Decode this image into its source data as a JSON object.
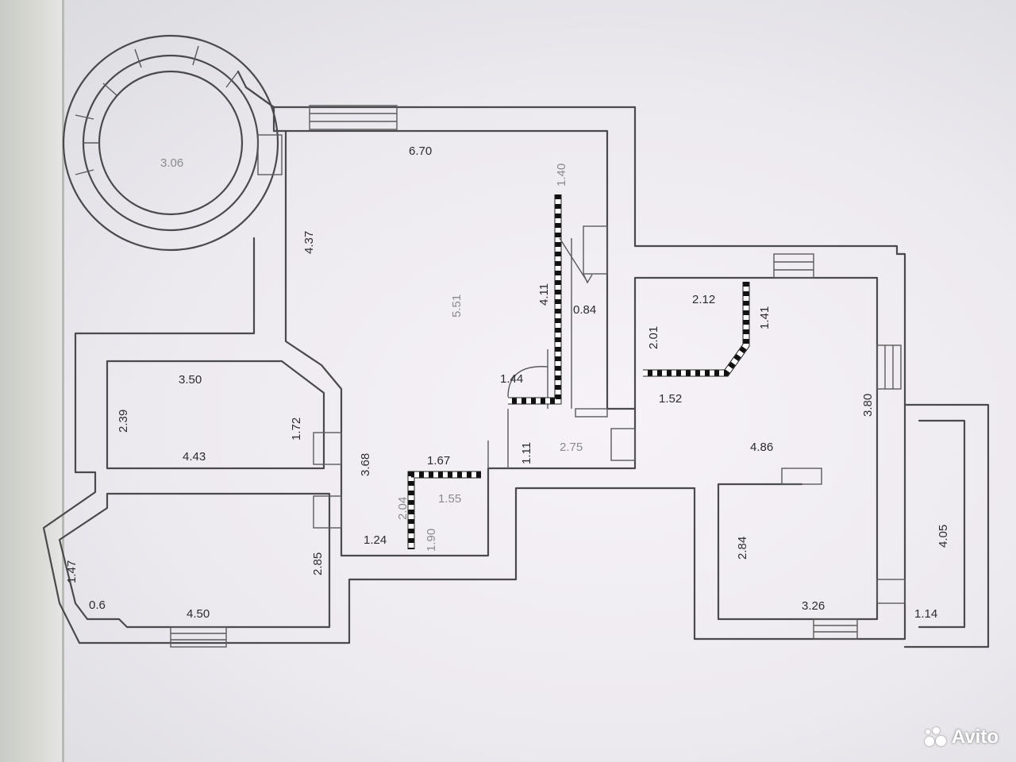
{
  "plan": {
    "labels": {
      "circle": "3.06",
      "top_wall": "6.70",
      "hall_left": "4.37",
      "stair_top": "1.40",
      "hall_center": "5.51",
      "stair_len": "4.11",
      "stair_w": "0.84",
      "r1_top": "3.50",
      "r1_left": "2.39",
      "r1_right": "1.72",
      "r1_bottom": "4.43",
      "hall_lower": "3.68",
      "step_w": "1.44",
      "closet_w": "1.11",
      "corr_w": "2.75",
      "wc_top": "1.67",
      "wc_v1": "2.04",
      "wc_v2": "1.90",
      "wc_v3": "1.55",
      "r2_right": "2.85",
      "r2_inner": "1.24",
      "r2_bay": "1.47",
      "r2_small": "0.6",
      "r2_bottom": "4.50",
      "k_top": "2.12",
      "k_left": "2.01",
      "k_right": "1.41",
      "k_bot": "1.52",
      "k_side": "3.80",
      "k_long": "4.86",
      "r3_left": "2.84",
      "r3_bottom": "3.26",
      "bal_len": "4.05",
      "bal_w": "1.14"
    }
  },
  "watermark": {
    "text": "Avito"
  }
}
